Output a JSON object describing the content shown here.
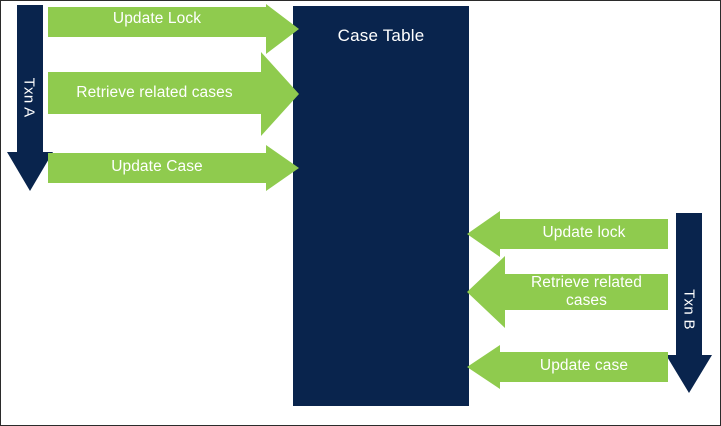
{
  "diagram": {
    "title": "Case Table",
    "colors": {
      "navy": "#09244d",
      "green": "#8fcb4e",
      "background": "#ffffff",
      "border": "#2b2b2b",
      "text_on_fill": "#ffffff"
    },
    "table_box": {
      "label": "Case Table"
    },
    "transactions": [
      {
        "id": "txn-a",
        "label": "Txn A",
        "side": "left",
        "direction": "down"
      },
      {
        "id": "txn-b",
        "label": "Txn B",
        "side": "right",
        "direction": "down"
      }
    ],
    "messages_left": [
      {
        "id": "update-lock",
        "label": "Update Lock",
        "direction": "right",
        "from": "Txn A",
        "to": "Case Table",
        "order": 1
      },
      {
        "id": "retrieve-related-cases",
        "label": "Retrieve related cases",
        "direction": "right",
        "from": "Txn A",
        "to": "Case Table",
        "order": 2
      },
      {
        "id": "update-case",
        "label": "Update Case",
        "direction": "right",
        "from": "Txn A",
        "to": "Case Table",
        "order": 3
      }
    ],
    "messages_right": [
      {
        "id": "update-lock-b",
        "label": "Update lock",
        "direction": "left",
        "from": "Txn B",
        "to": "Case Table",
        "order": 1
      },
      {
        "id": "retrieve-related-cases-b",
        "label_line1": "Retrieve related",
        "label_line2": "cases",
        "direction": "left",
        "from": "Txn B",
        "to": "Case Table",
        "order": 2
      },
      {
        "id": "update-case-b",
        "label": "Update case",
        "direction": "left",
        "from": "Txn B",
        "to": "Case Table",
        "order": 3
      }
    ]
  }
}
